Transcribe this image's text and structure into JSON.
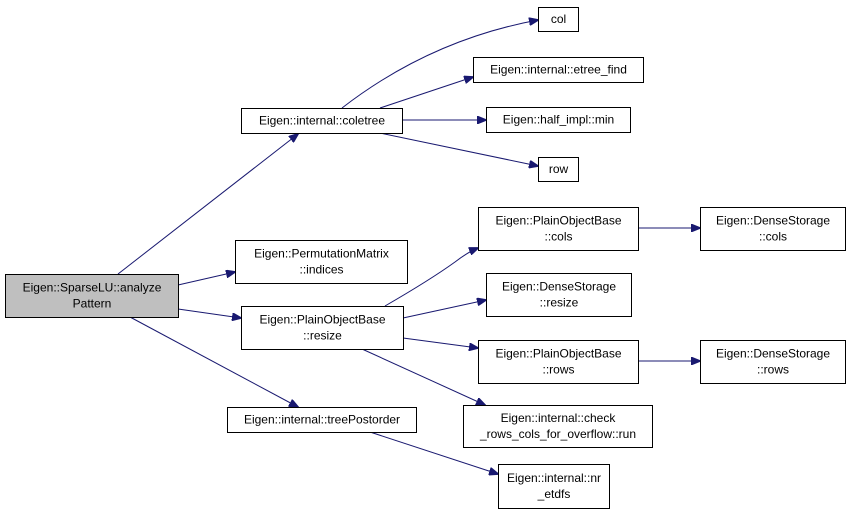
{
  "graph": {
    "edge_color": "#191970",
    "root_fill": "#bfbfbf",
    "node_fill": "#ffffff",
    "nodes": {
      "sparselu": {
        "lines": [
          "Eigen::SparseLU::analyze",
          "Pattern"
        ],
        "root": true
      },
      "coletree": {
        "lines": [
          "Eigen::internal::coletree"
        ]
      },
      "perm_indices": {
        "lines": [
          "Eigen::PermutationMatrix",
          "::indices"
        ]
      },
      "pob_resize": {
        "lines": [
          "Eigen::PlainObjectBase",
          "::resize"
        ]
      },
      "tree_postorder": {
        "lines": [
          "Eigen::internal::treePostorder"
        ]
      },
      "col": {
        "lines": [
          "col"
        ]
      },
      "etree_find": {
        "lines": [
          "Eigen::internal::etree_find"
        ]
      },
      "half_min": {
        "lines": [
          "Eigen::half_impl::min"
        ]
      },
      "row": {
        "lines": [
          "row"
        ]
      },
      "pob_cols": {
        "lines": [
          "Eigen::PlainObjectBase",
          "::cols"
        ]
      },
      "ds_resize": {
        "lines": [
          "Eigen::DenseStorage",
          "::resize"
        ]
      },
      "pob_rows": {
        "lines": [
          "Eigen::PlainObjectBase",
          "::rows"
        ]
      },
      "check_overflow": {
        "lines": [
          "Eigen::internal::check",
          "_rows_cols_for_overflow::run"
        ]
      },
      "nr_etdfs": {
        "lines": [
          "Eigen::internal::nr",
          "_etdfs"
        ]
      },
      "ds_cols": {
        "lines": [
          "Eigen::DenseStorage",
          "::cols"
        ]
      },
      "ds_rows": {
        "lines": [
          "Eigen::DenseStorage",
          "::rows"
        ]
      }
    },
    "edges": [
      [
        "sparselu",
        "coletree"
      ],
      [
        "sparselu",
        "perm_indices"
      ],
      [
        "sparselu",
        "pob_resize"
      ],
      [
        "sparselu",
        "tree_postorder"
      ],
      [
        "coletree",
        "col"
      ],
      [
        "coletree",
        "etree_find"
      ],
      [
        "coletree",
        "half_min"
      ],
      [
        "coletree",
        "row"
      ],
      [
        "pob_resize",
        "pob_cols"
      ],
      [
        "pob_resize",
        "ds_resize"
      ],
      [
        "pob_resize",
        "pob_rows"
      ],
      [
        "pob_resize",
        "check_overflow"
      ],
      [
        "tree_postorder",
        "nr_etdfs"
      ],
      [
        "pob_cols",
        "ds_cols"
      ],
      [
        "pob_rows",
        "ds_rows"
      ]
    ]
  }
}
